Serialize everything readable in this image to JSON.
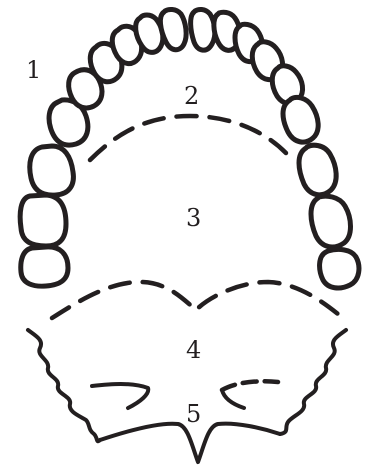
{
  "labels": {
    "l1": "1",
    "l2": "2",
    "l3": "3",
    "l4": "4",
    "l5": "5"
  },
  "colors": {
    "ink": "#231f20",
    "background": "#ffffff"
  }
}
